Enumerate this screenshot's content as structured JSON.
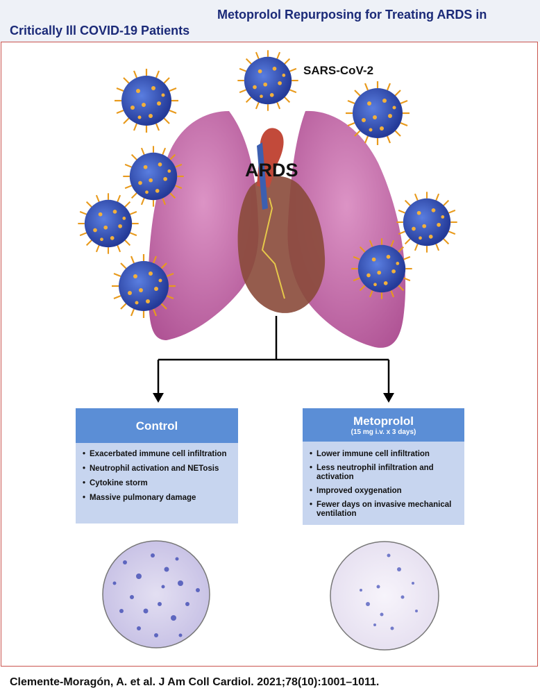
{
  "header": {
    "title_line1": "Metoprolol Repurposing for Treating ARDS in",
    "title_line2": "Critically Ill COVID-19 Patients"
  },
  "illustration": {
    "virus_label": "SARS-CoV-2",
    "lung_label": "ARDS"
  },
  "control": {
    "title": "Control",
    "items": [
      "Exacerbated immune cell infiltration",
      "Neutrophil activation and NETosis",
      "Cytokine storm",
      "Massive pulmonary damage"
    ]
  },
  "metoprolol": {
    "title": "Metoprolol",
    "subtitle": "(15 mg i.v. x 3 days)",
    "items": [
      "Lower immune cell infiltration",
      "Less neutrophil infiltration and activation",
      "Improved oxygenation",
      "Fewer days on invasive mechanical ventilation"
    ]
  },
  "footer": {
    "citation": "Clemente-Moragón, A. et al. J Am Coll Cardiol. 2021;78(10):1001–1011."
  },
  "colors": {
    "title": "#1b2a78",
    "box_header": "#5b8ed6",
    "box_body": "#c7d5ef",
    "frame": "#c9534d",
    "lung": "#c06aa6",
    "virus": "#3b5fc0",
    "spike": "#f0a020"
  }
}
